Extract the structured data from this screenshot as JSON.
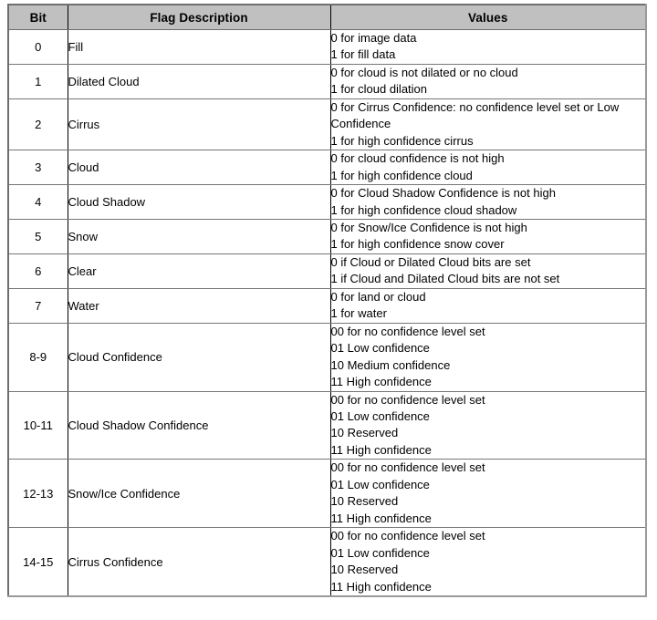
{
  "table": {
    "columns": [
      "Bit",
      "Flag Description",
      "Values"
    ],
    "header_background": "#c0c0c0",
    "rows": [
      {
        "bit": "0",
        "description": "Fill",
        "values": [
          "0 for image data",
          "1 for fill data"
        ]
      },
      {
        "bit": "1",
        "description": "Dilated Cloud",
        "values": [
          "0 for cloud is not dilated or no cloud",
          "1 for cloud dilation"
        ]
      },
      {
        "bit": "2",
        "description": "Cirrus",
        "values": [
          "0 for Cirrus Confidence: no confidence level set or Low Confidence",
          "1 for high confidence cirrus"
        ]
      },
      {
        "bit": "3",
        "description": "Cloud",
        "values": [
          "0 for cloud confidence is not high",
          "1 for high confidence cloud"
        ]
      },
      {
        "bit": "4",
        "description": "Cloud Shadow",
        "values": [
          "0 for Cloud Shadow Confidence is not high",
          "1 for high confidence cloud shadow"
        ]
      },
      {
        "bit": "5",
        "description": "Snow",
        "values": [
          "0 for Snow/Ice Confidence is not high",
          "1 for high confidence snow cover"
        ]
      },
      {
        "bit": "6",
        "description": "Clear",
        "values": [
          "0 if Cloud or Dilated Cloud bits are set",
          "1 if Cloud and Dilated Cloud bits are not set"
        ]
      },
      {
        "bit": "7",
        "description": "Water",
        "values": [
          "0 for land or cloud",
          "1 for water"
        ]
      },
      {
        "bit": "8-9",
        "description": "Cloud Confidence",
        "values": [
          "00 for no confidence level set",
          "01 Low confidence",
          "10 Medium confidence",
          "11 High confidence"
        ]
      },
      {
        "bit": "10-11",
        "description": "Cloud Shadow Confidence",
        "values": [
          "00 for no confidence level set",
          "01 Low confidence",
          "10 Reserved",
          "11 High confidence"
        ]
      },
      {
        "bit": "12-13",
        "description": "Snow/Ice Confidence",
        "values": [
          "00 for no confidence level set",
          "01 Low confidence",
          "10 Reserved",
          "11 High confidence"
        ]
      },
      {
        "bit": "14-15",
        "description": "Cirrus Confidence",
        "values": [
          "00 for no confidence level set",
          "01 Low confidence",
          "10 Reserved",
          "11 High confidence"
        ]
      }
    ]
  }
}
